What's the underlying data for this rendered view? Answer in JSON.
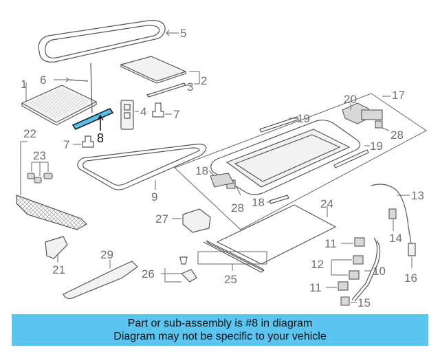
{
  "labels": {
    "l1": "1",
    "l2": "2",
    "l3": "3",
    "l4": "4",
    "l5": "5",
    "l6": "6",
    "l7a": "7",
    "l7b": "7",
    "l8": "8",
    "l9": "9",
    "l10": "10",
    "l11a": "11",
    "l11b": "11",
    "l12": "12",
    "l13": "13",
    "l14": "14",
    "l15": "15",
    "l16": "16",
    "l17": "17",
    "l18a": "18",
    "l18b": "18",
    "l19a": "19",
    "l19b": "19",
    "l20": "20",
    "l21": "21",
    "l22": "22",
    "l23": "23",
    "l24": "24",
    "l25": "25",
    "l26": "26",
    "l27": "27",
    "l28a": "28",
    "l28b": "28",
    "l29": "29"
  },
  "highlight": {
    "part_number": "8",
    "color": "#56c3ee"
  },
  "banner": {
    "line1": "Part or sub-assembly is #8 in diagram",
    "line2": "Diagram may not be specific to your vehicle",
    "background": "#5bc4ef"
  }
}
